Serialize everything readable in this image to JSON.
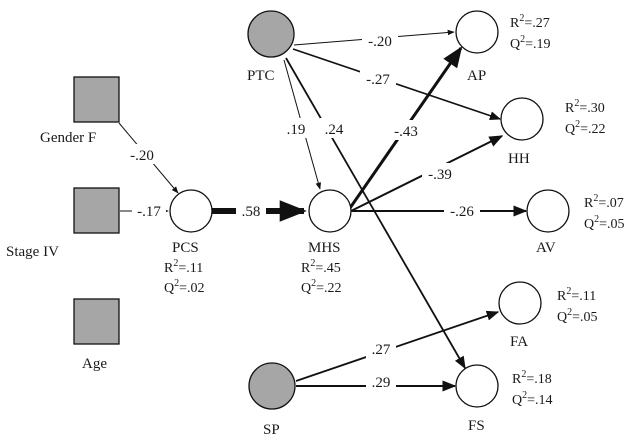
{
  "nodes": {
    "gender_f": {
      "label": "Gender F"
    },
    "stage_iv": {
      "label": "Stage IV"
    },
    "age": {
      "label": "Age"
    },
    "ptc": {
      "label": "PTC"
    },
    "sp": {
      "label": "SP"
    },
    "pcs": {
      "label": "PCS",
      "r2": "=.11",
      "q2": "=.02"
    },
    "mhs": {
      "label": "MHS",
      "r2": "=.45",
      "q2": "=.22"
    },
    "ap": {
      "label": "AP",
      "r2": "=.27",
      "q2": "=.19"
    },
    "hh": {
      "label": "HH",
      "r2": "=.30",
      "q2": "=.22"
    },
    "av": {
      "label": "AV",
      "r2": "=.07",
      "q2": "=.05"
    },
    "fa": {
      "label": "FA",
      "r2": "=.11",
      "q2": "=.05"
    },
    "fs": {
      "label": "FS",
      "r2": "=.18",
      "q2": "=.14"
    }
  },
  "stat_symbols": {
    "r": "R",
    "q": "Q",
    "sup": "2"
  },
  "edges": {
    "gender_pcs": "-.20",
    "stage_pcs": "-.17",
    "pcs_mhs": ".58",
    "ptc_ap": "-.20",
    "ptc_hh": "-.27",
    "ptc_mhs": ".19",
    "ptc_fs": ".24",
    "mhs_ap": "-.43",
    "mhs_hh": "-.39",
    "mhs_av": "-.26",
    "sp_fa": ".27",
    "sp_fs": ".29"
  },
  "colors": {
    "shaded": "#a6a6a6",
    "line": "#111111"
  }
}
